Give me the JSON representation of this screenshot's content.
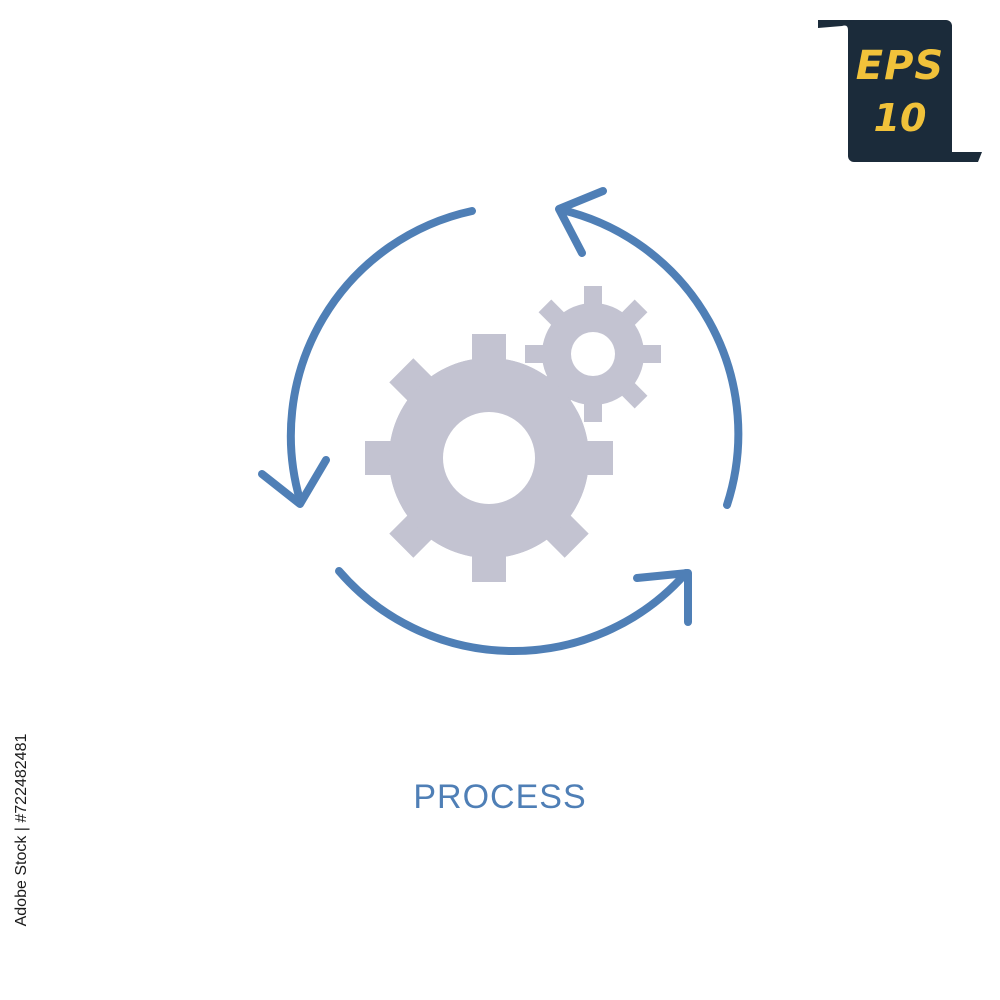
{
  "badge": {
    "format": "EPS",
    "version": "10",
    "background_color": "#1b2b3a",
    "text_color": "#f1c23a"
  },
  "caption": "PROCESS",
  "stock_id": "Adobe Stock | #722482481",
  "colors": {
    "arrows": "#4f7fb6",
    "gears": "#c3c3d1",
    "caption": "#4f7fb6"
  },
  "icons": {
    "main": "cycle-arrows-with-gears"
  }
}
